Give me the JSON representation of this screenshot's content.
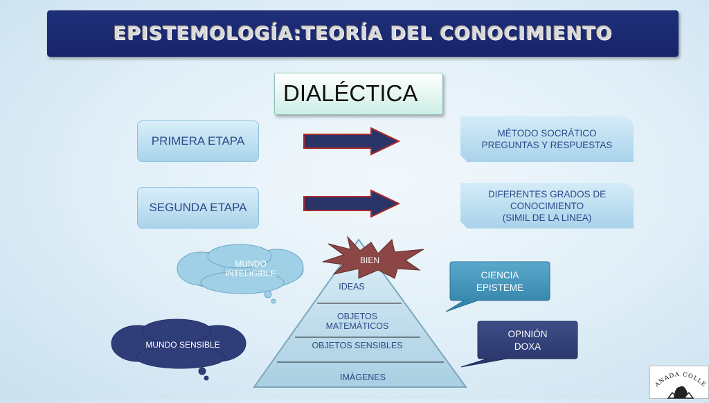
{
  "title": "EPISTEMOLOGÍA:TEORÍA DEL CONOCIMIENTO",
  "heading": "DIALÉCTICA",
  "stages": [
    {
      "label": "PRIMERA ETAPA",
      "note_lines": [
        "MÉTODO SOCRÁTICO",
        "PREGUNTAS Y RESPUESTAS"
      ]
    },
    {
      "label": "SEGUNDA ETAPA",
      "note_lines": [
        "DIFERENTES GRADOS DE",
        "CONOCIMIENTO",
        "(SIMIL DE LA LINEA)"
      ]
    }
  ],
  "clouds": {
    "intelligible": [
      "MUNDO",
      "INTELIGIBLE"
    ],
    "sensible": "MUNDO SENSIBLE"
  },
  "pyramid": {
    "star": "BIEN",
    "levels": [
      "IDEAS",
      "OBJETOS",
      "MATEMÁTICOS",
      "OBJETOS SENSIBLES",
      "IMÁGENES"
    ]
  },
  "callouts": {
    "ciencia": [
      "CIENCIA",
      "EPISTEME"
    ],
    "opinion": [
      "OPINIÓN",
      "DOXA"
    ]
  },
  "logo": {
    "text": "GRANADA COLLEGE"
  },
  "colors": {
    "title_bar": "#1f2f78",
    "arrow": "#2a3466",
    "arrow_outline": "#b02a2a",
    "cloud_light": "#9fd0e6",
    "cloud_dark": "#2f3d78",
    "star": "#8c4646",
    "callout_light": "#3f8fb5",
    "callout_dark": "#2c3a70"
  }
}
